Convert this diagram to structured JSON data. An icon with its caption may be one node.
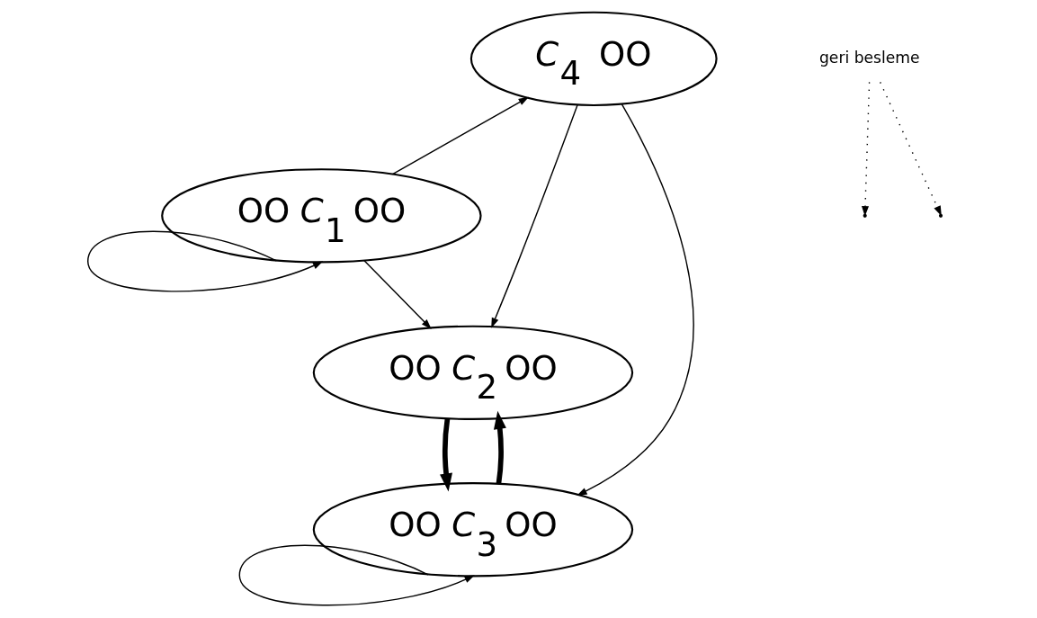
{
  "diagram": {
    "nodes": [
      {
        "text": [
          "*C*$_{4}$  OO"
        ]
      },
      {
        "text": [
          "OO *C*$_{1}$ OO"
        ]
      },
      {
        "text": [
          "OO *C*$_{2}$ OO"
        ]
      },
      {
        "text": [
          "OO *C*$_{3}$ OO"
        ]
      },
      {
        "text": [
          "geri besleme"
        ]
      }
    ],
    "edges": [
      {
        "from": 1,
        "to": 0,
        "arrow": "to"
      },
      {
        "from": 0,
        "to": 2,
        "arrow": "to"
      },
      {
        "from": 0,
        "to": 3,
        "arrow": "to"
      },
      {
        "from": 1,
        "to": 2,
        "arrow": "to"
      },
      {
        "from": 1,
        "to": 1,
        "arrow": "to"
      },
      {
        "from": 2,
        "to": 3,
        "arrow": "to",
        "style": "thick"
      },
      {
        "from": 3,
        "to": 2,
        "arrow": "to",
        "style": "thick"
      },
      {
        "from": 3,
        "to": 3,
        "arrow": "to"
      },
      {
        "from": 4,
        "to": null,
        "arrow": "to",
        "style": "dashed"
      },
      {
        "from": 4,
        "to": null,
        "arrow": "to",
        "style": "dashed"
      }
    ]
  }
}
